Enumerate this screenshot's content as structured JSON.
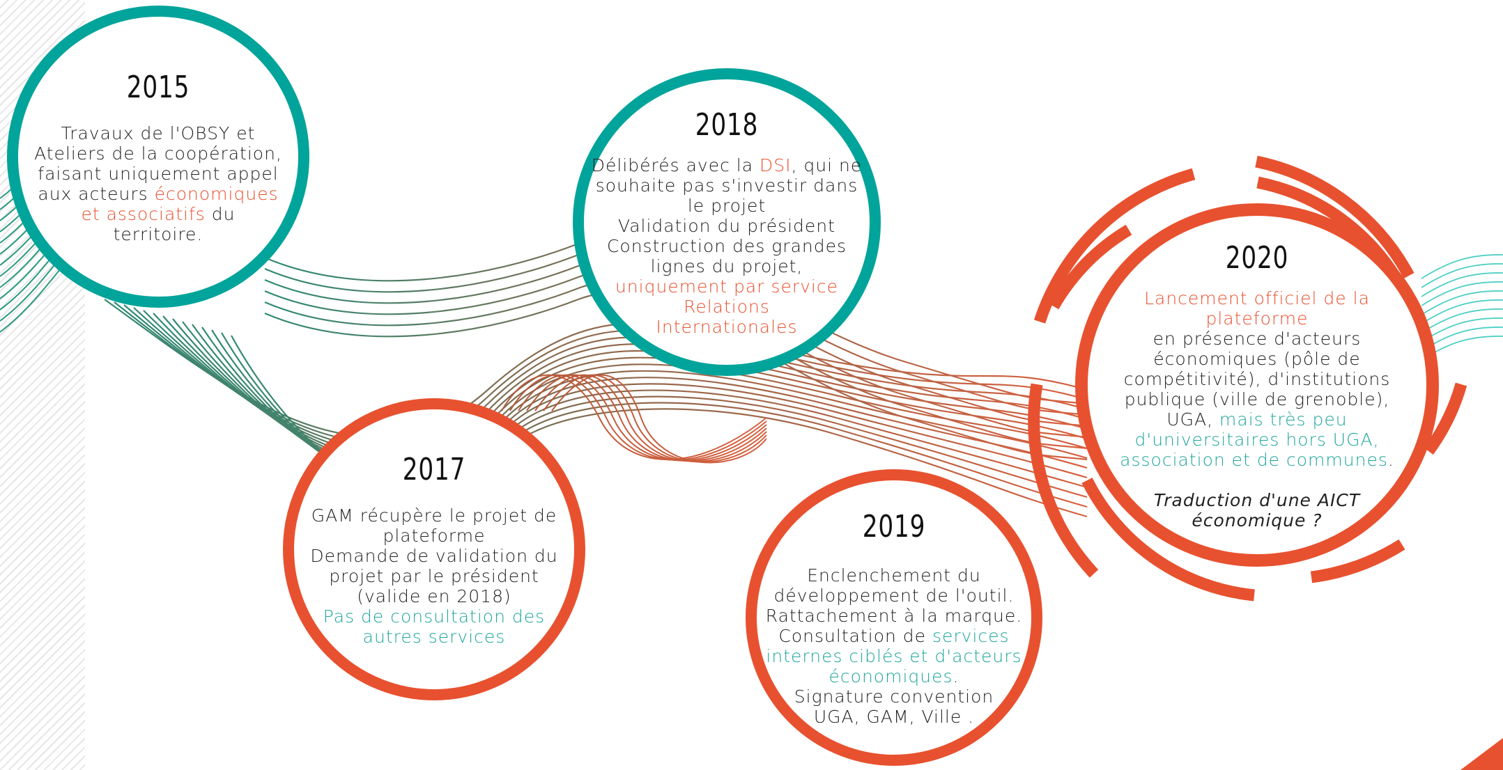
{
  "nodes": {
    "n2015": {
      "year": "2015",
      "lines": [
        "Travaux de l'OBSY et",
        "Ateliers de la coopération,",
        "faisant uniquement appel"
      ],
      "line4_pre": "aux acteurs ",
      "line4_hl": "économiques",
      "line5_hl": "et associatifs",
      "line5_post": " du",
      "line6": "territoire."
    },
    "n2018": {
      "year": "2018",
      "line1_pre": "Délibérés avec la ",
      "line1_hl": "DSI",
      "line1_post": ", qui ne",
      "lines": [
        "souhaite pas s'investir dans",
        "le projet",
        "Validation du président",
        "Construction des grandes",
        "lignes du projet,"
      ],
      "hl_lines": [
        "uniquement par service",
        "Relations",
        "Internationales"
      ]
    },
    "n2017": {
      "year": "2017",
      "lines": [
        "GAM récupère le projet de",
        "plateforme",
        "Demande de validation du",
        "projet par le président",
        "(valide en 2018)"
      ],
      "hl_lines": [
        "Pas de consultation des",
        "autres services"
      ]
    },
    "n2019": {
      "year": "2019",
      "lines": [
        "Enclenchement du",
        "développement de l'outil.",
        "Rattachement à la marque."
      ],
      "line4_pre": "Consultation de ",
      "line4_hl": "services",
      "line5_hl": "internes ciblés et d'acteurs",
      "line6_hl": "économiques",
      "line6_post": ".",
      "lines_after": [
        "Signature convention",
        "UGA, GAM, Ville ."
      ]
    },
    "n2020": {
      "year": "2020",
      "hl_lines": [
        "Lancement officiel de la",
        "plateforme"
      ],
      "lines": [
        "en présence d'acteurs",
        "économiques (pôle de",
        "compétitivité), d'institutions",
        "publique (ville de grenoble),"
      ],
      "line_uga_pre": "UGA, ",
      "line_uga_hl": "mais très peu",
      "teal_line2": "d'universitaires hors UGA,",
      "teal_line3": "association et de communes",
      "teal_line3_post": ".",
      "italic_lines": [
        "Traduction d'une AICT",
        "économique ?"
      ]
    }
  },
  "colors": {
    "teal": "#00a49a",
    "orange": "#e8512f",
    "text": "#222222"
  }
}
